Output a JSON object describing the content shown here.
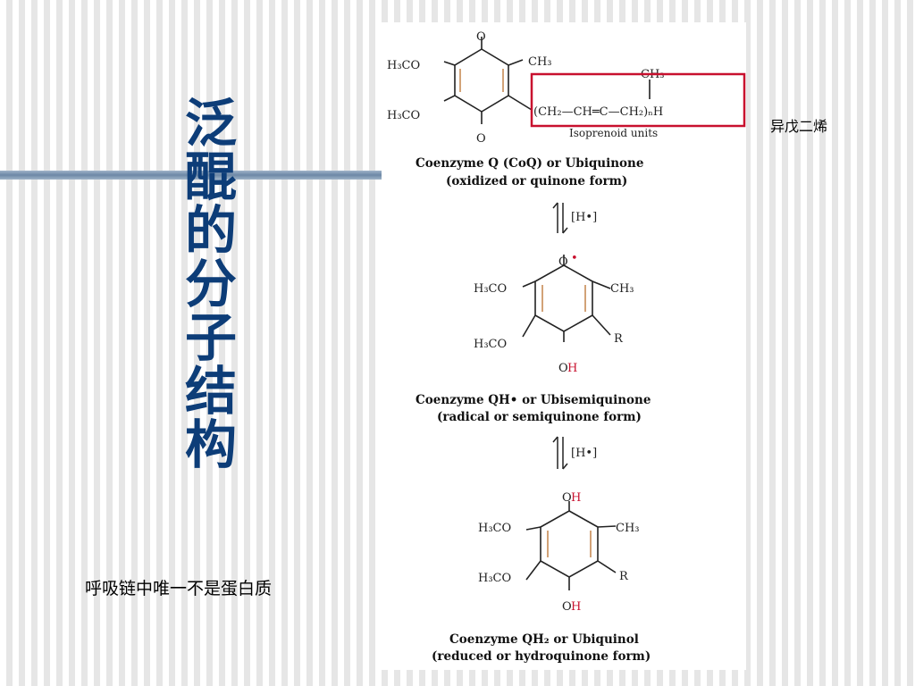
{
  "slide": {
    "title": "泛醌的分子结构",
    "subtitle": "呼吸链中唯一不是蛋白质",
    "annotation": "异戊二烯"
  },
  "figure": {
    "quinone": {
      "o_top": "O",
      "o_bottom": "O",
      "h3co_1": "H₃CO",
      "h3co_2": "H₃CO",
      "ch3": "CH₃",
      "chain": "(CH₂—CH═C—CH₂)ₙH",
      "branch_ch3": "CH₃",
      "isoprenoid": "Isoprenoid units",
      "caption_1": "Coenzyme Q (CoQ) or Ubiquinone",
      "caption_2": "(oxidized or quinone form)"
    },
    "arrow_1": "[H•]",
    "semiquinone": {
      "o_top": "O",
      "radical": "•",
      "h3co_1": "H₃CO",
      "h3co_2": "H₃CO",
      "ch3": "CH₃",
      "r": "R",
      "oh_bottom_o": "O",
      "oh_bottom_h": "H",
      "caption_1": "Coenzyme QH• or Ubisemiquinone",
      "caption_2": "(radical or semiquinone form)"
    },
    "arrow_2": "[H•]",
    "quinol": {
      "oh_top_o": "O",
      "oh_top_h": "H",
      "h3co_1": "H₃CO",
      "h3co_2": "H₃CO",
      "ch3": "CH₃",
      "r": "R",
      "oh_bottom_o": "O",
      "oh_bottom_h": "H",
      "caption_1": "Coenzyme QH₂ or Ubiquinol",
      "caption_2": "(reduced or hydroquinone form)"
    }
  },
  "colors": {
    "title": "#0d3d78",
    "highlight_box": "#c8102e",
    "figure_bg": "#ffffff"
  }
}
